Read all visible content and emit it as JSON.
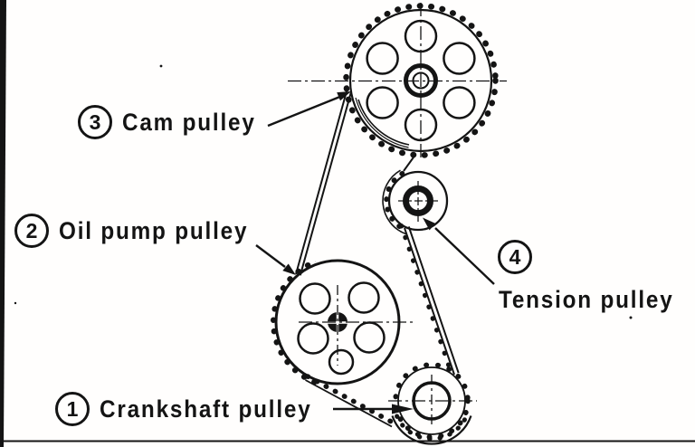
{
  "figure": {
    "kind": "timing-belt-pulley-diagram",
    "ink_color": "#141414",
    "paper_color": "#fffefd"
  },
  "labels": {
    "crankshaft": {
      "number": "1",
      "name": "Crankshaft pulley"
    },
    "oil_pump": {
      "number": "2",
      "name": "Oil pump pulley"
    },
    "cam": {
      "number": "3",
      "name": "Cam pulley"
    },
    "tension": {
      "number": "4",
      "name": "Tension pulley"
    }
  }
}
